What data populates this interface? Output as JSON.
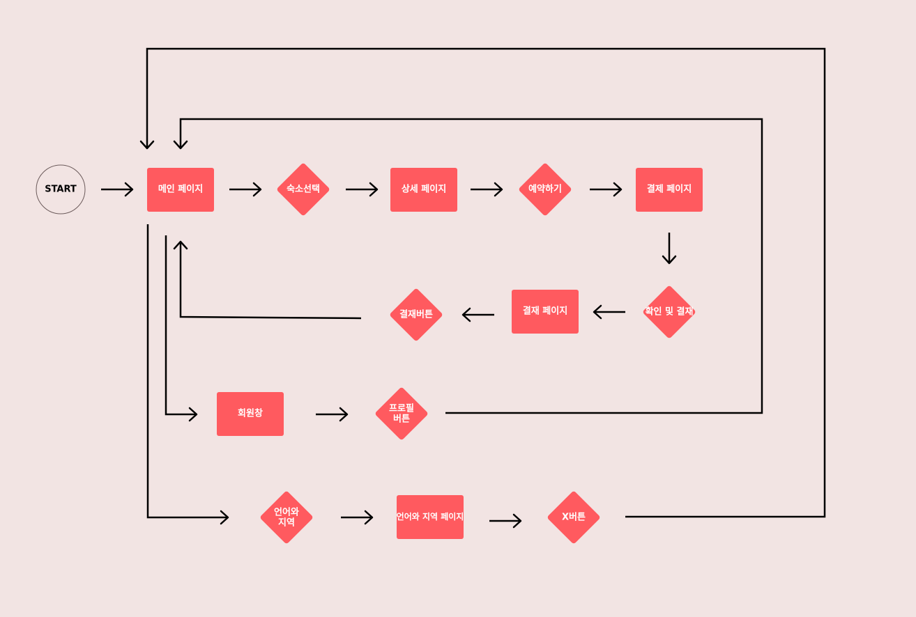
{
  "nodes": {
    "start": "START",
    "main_page": "메인 페이지",
    "select_lodging": "숙소선택",
    "detail_page": "상세 페이지",
    "reserve": "예약하기",
    "payment_page_1": "결제 페이지",
    "confirm_payment": "확인 및 결재",
    "payment_page_2": "결재 페이지",
    "payment_button": "결재버튼",
    "member_window": "회원창",
    "profile_button_line1": "프로필",
    "profile_button_line2": "버튼",
    "lang_region_line1": "언어와",
    "lang_region_line2": "지역",
    "lang_region_page": "언어와 지역 페이지",
    "x_button": "X버튼"
  },
  "colors": {
    "background": "#f2e4e3",
    "node_fill": "#ff5a5f",
    "node_text": "#ffffff",
    "connector": "#000000"
  }
}
